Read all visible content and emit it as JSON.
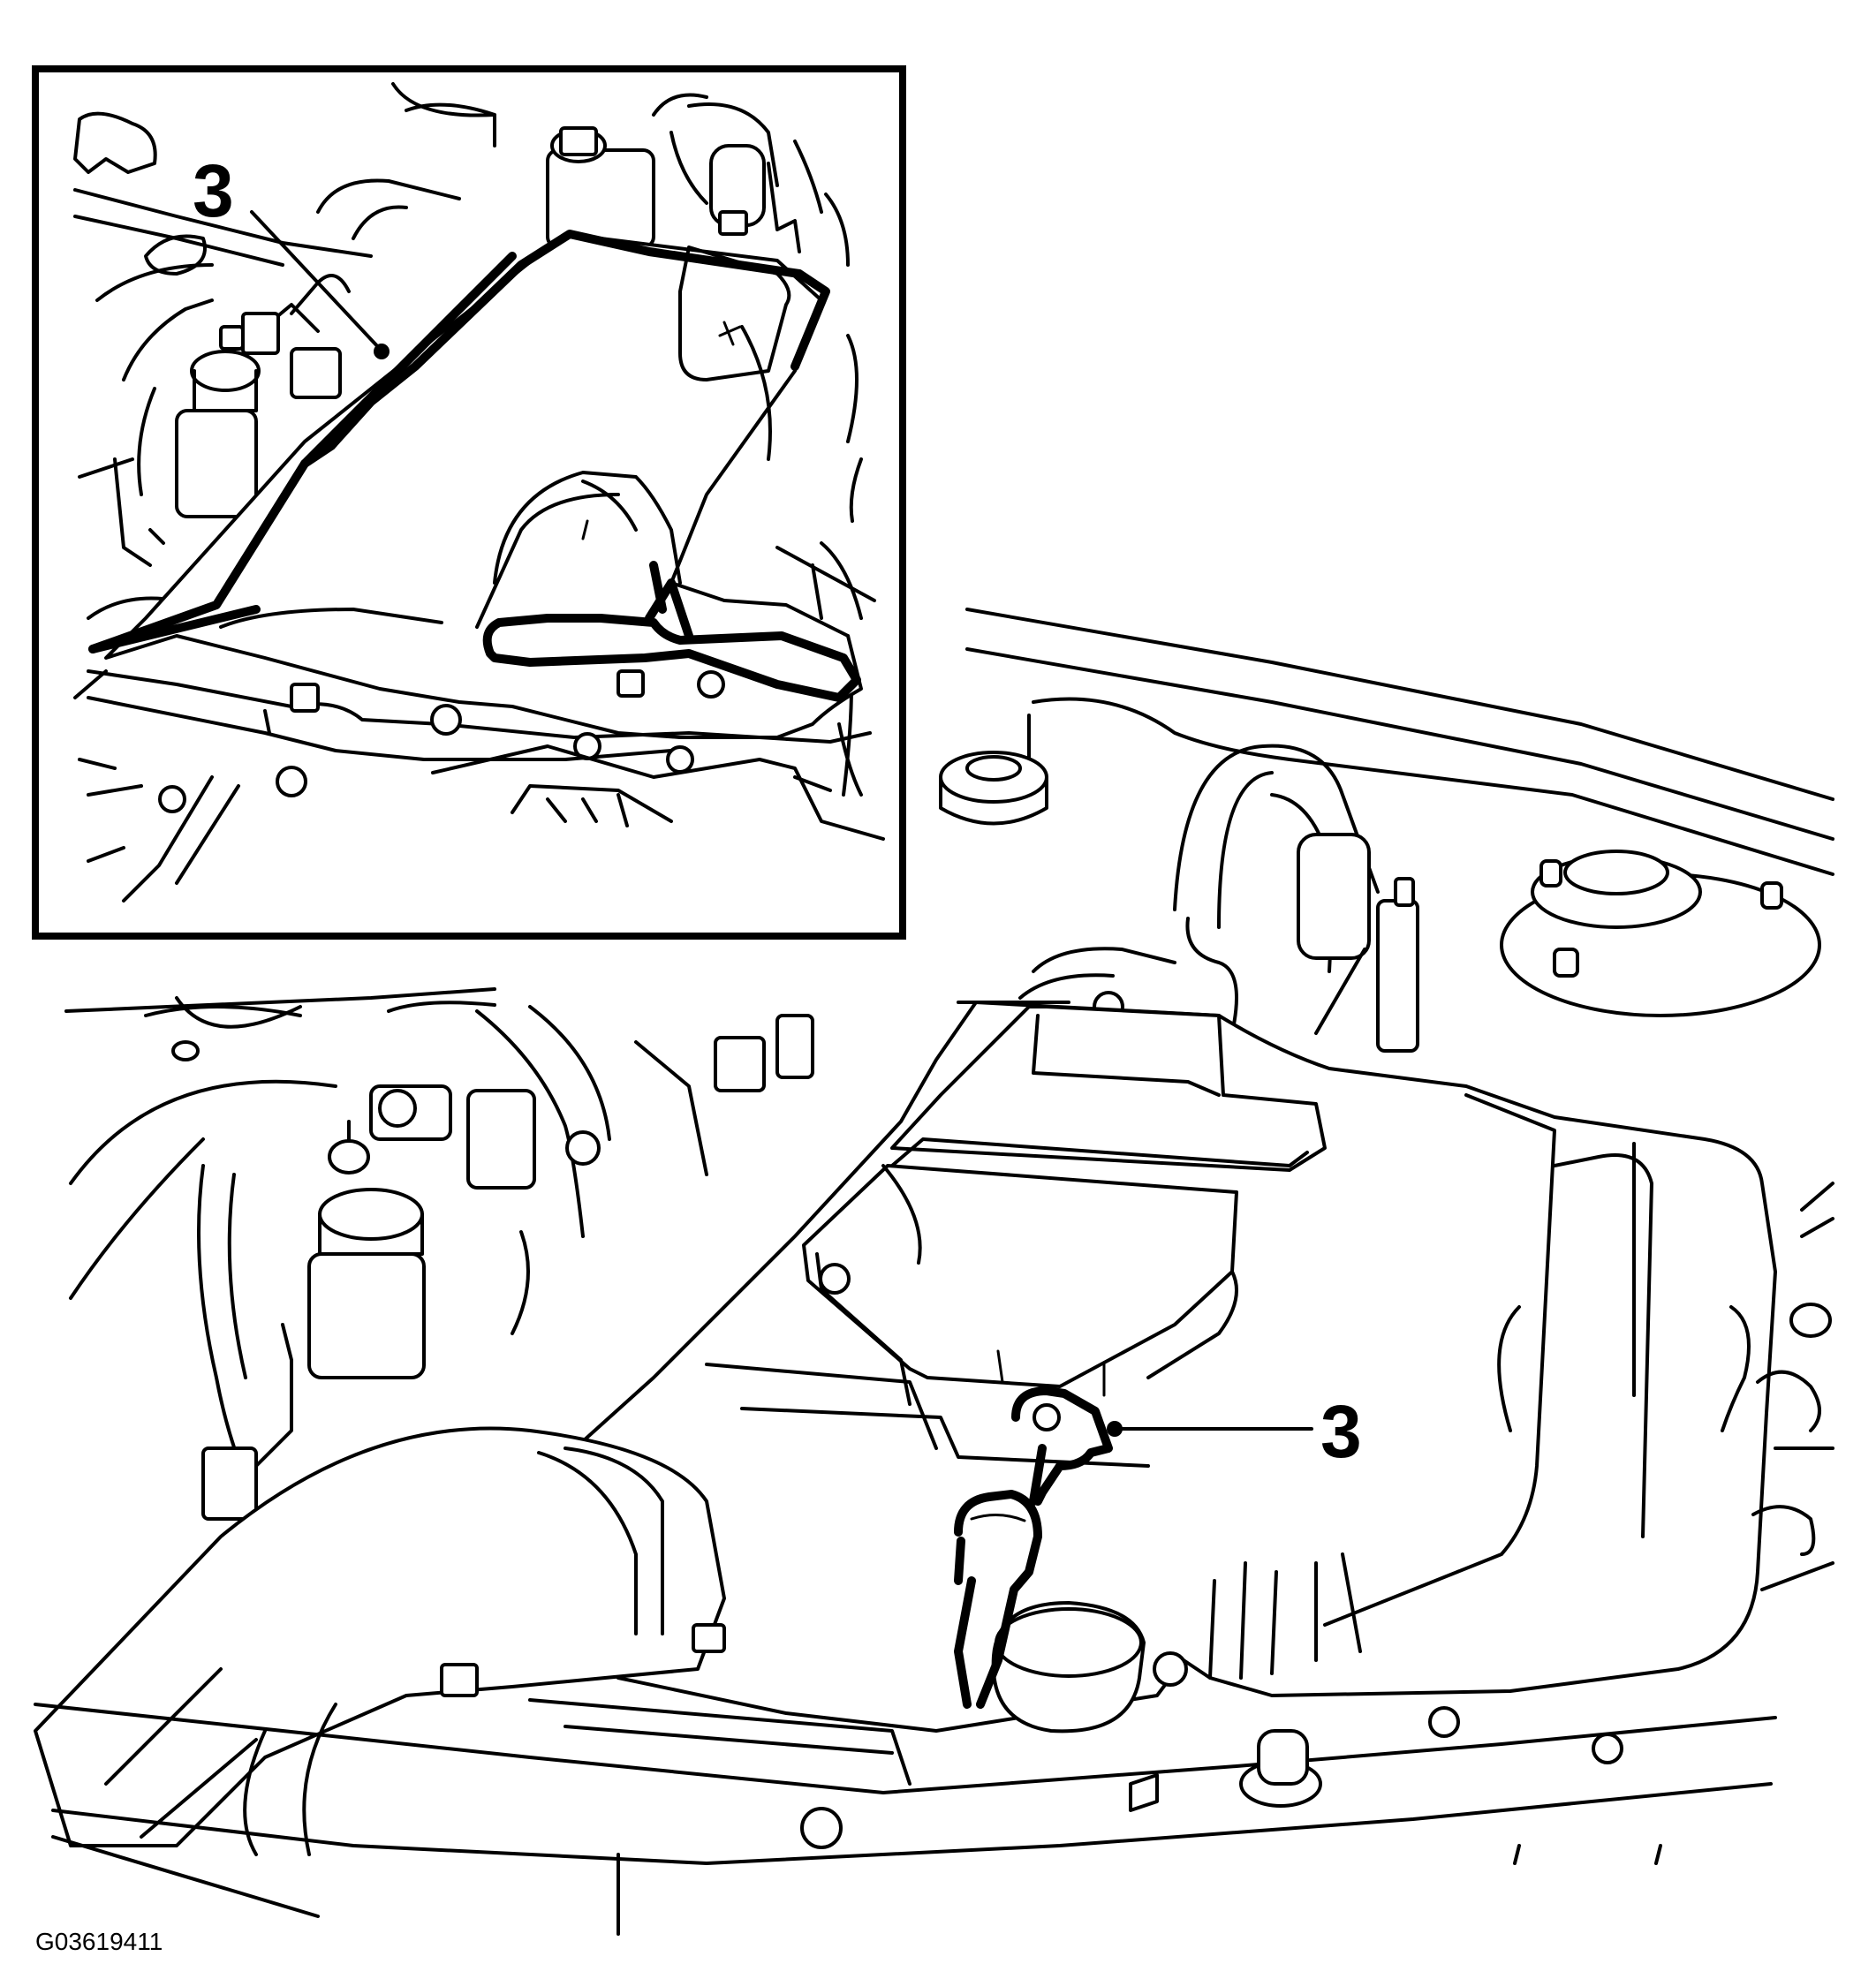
{
  "callouts": {
    "inset_label": "3",
    "main_label": "3"
  },
  "figure_id": "G03619411",
  "colors": {
    "line": "#000000",
    "background": "#ffffff"
  }
}
